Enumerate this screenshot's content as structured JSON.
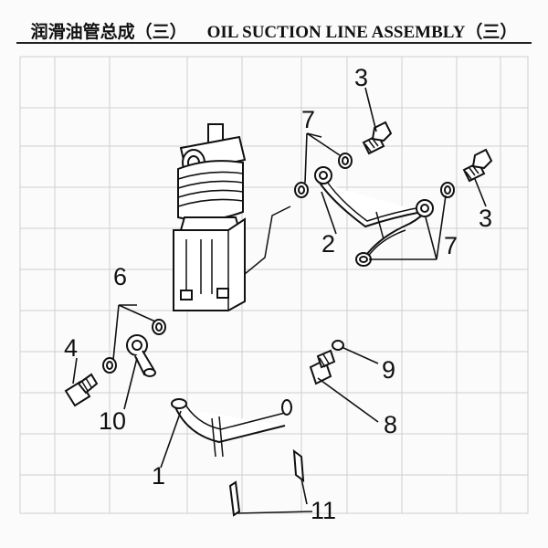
{
  "header": {
    "title_cn": "润滑油管总成（三）",
    "title_en": "OIL SUCTION LINE ASSEMBLY（三）"
  },
  "callouts": [
    {
      "id": "callout-1",
      "label": "1"
    },
    {
      "id": "callout-2",
      "label": "2"
    },
    {
      "id": "callout-3-top",
      "label": "3"
    },
    {
      "id": "callout-3-right",
      "label": "3"
    },
    {
      "id": "callout-4",
      "label": "4"
    },
    {
      "id": "callout-6",
      "label": "6"
    },
    {
      "id": "callout-7-top",
      "label": "7"
    },
    {
      "id": "callout-7-right",
      "label": "7"
    },
    {
      "id": "callout-8",
      "label": "8"
    },
    {
      "id": "callout-9",
      "label": "9"
    },
    {
      "id": "callout-10",
      "label": "10"
    },
    {
      "id": "callout-11",
      "label": "11"
    }
  ]
}
